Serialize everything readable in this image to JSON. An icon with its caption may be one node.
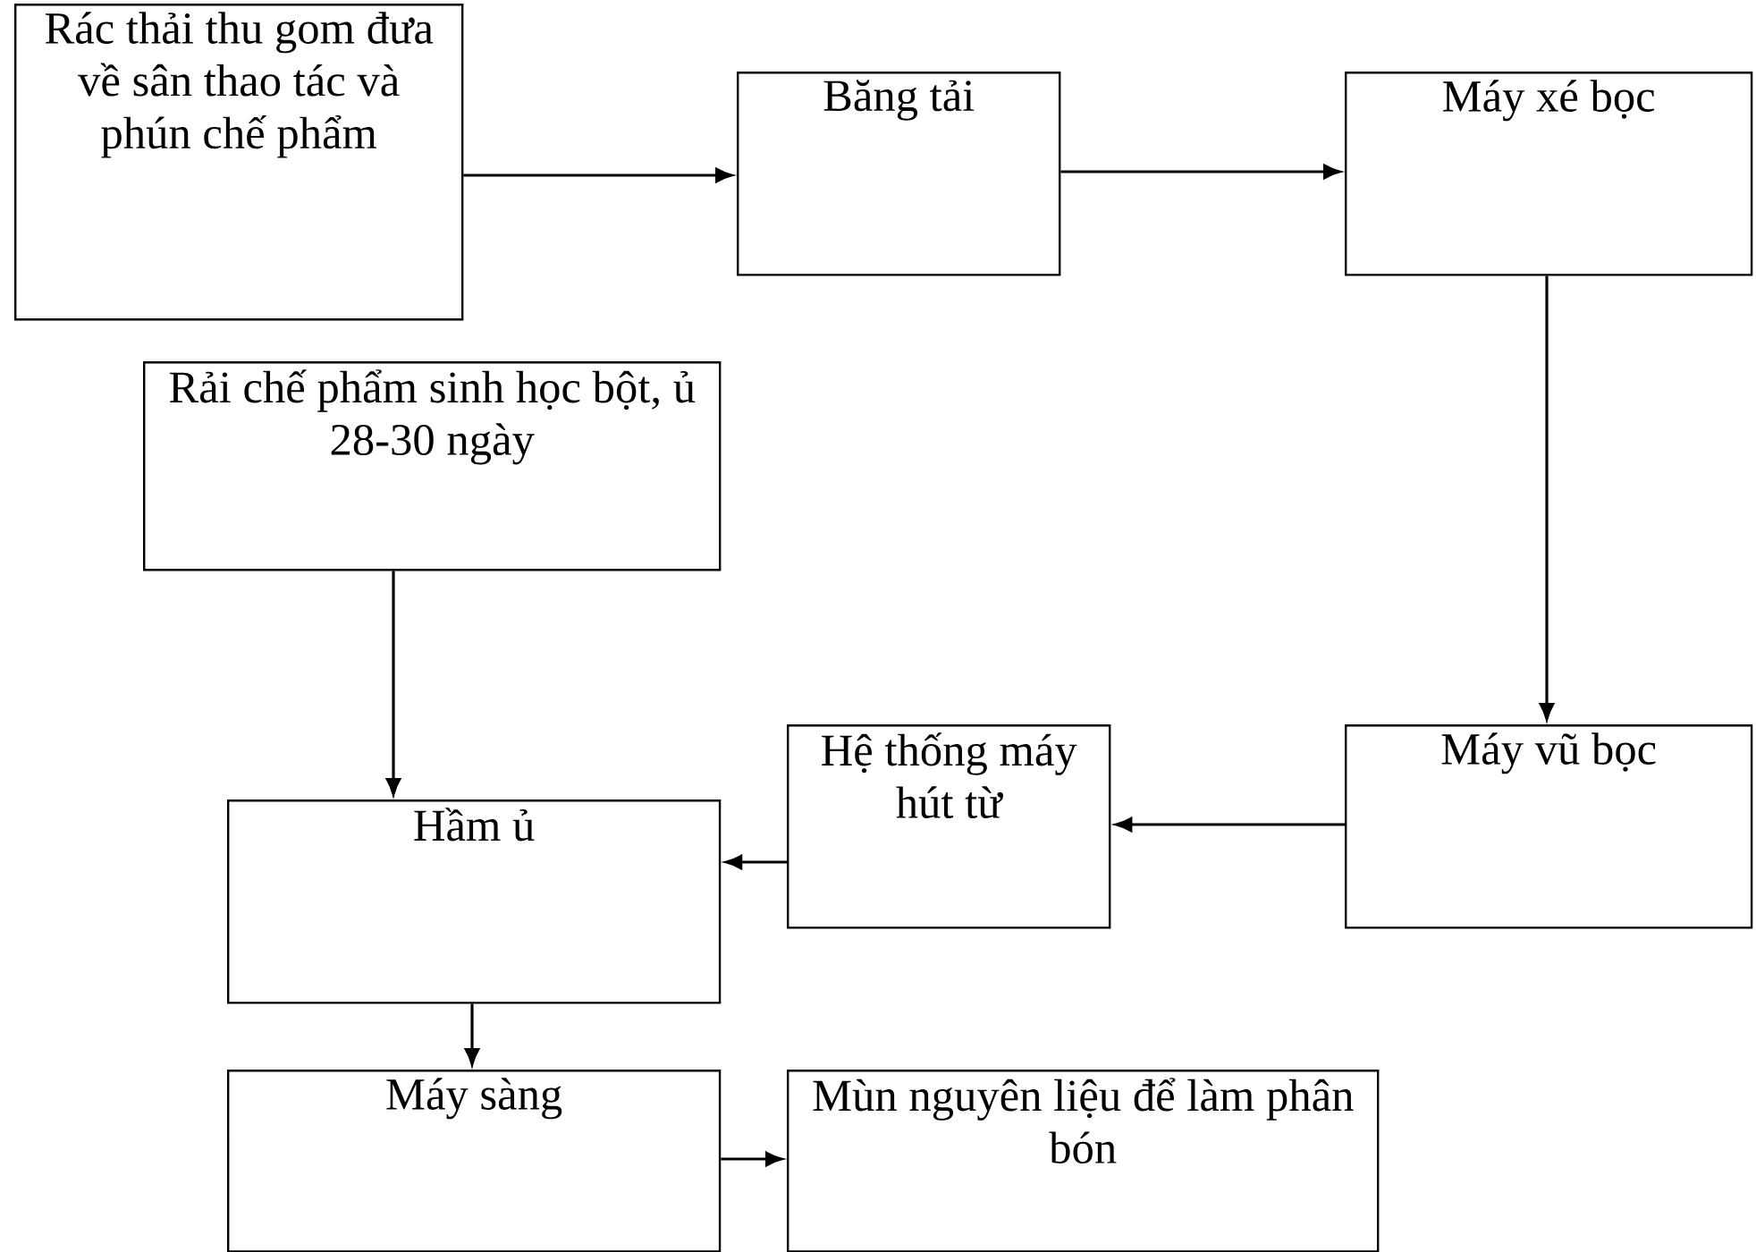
{
  "diagram": {
    "nodes": [
      {
        "text": [
          "Rác thải thu gom đưa về sân thao tác và phún chế phẩm"
        ]
      },
      {
        "text": [
          "Băng tải"
        ]
      },
      {
        "text": [
          "Máy xé bọc"
        ]
      },
      {
        "text": [
          "Rải chế phẩm sinh học bột, ủ 28-30 ngày"
        ]
      },
      {
        "text": [
          "Hầm ủ"
        ]
      },
      {
        "text": [
          "Hệ thống máy hút từ"
        ]
      },
      {
        "text": [
          "Máy vũ bọc"
        ]
      },
      {
        "text": [
          "Máy sàng"
        ]
      },
      {
        "text": [
          "Mùn nguyên liệu để làm phân bón"
        ]
      }
    ],
    "edges": [
      {
        "from": 0,
        "to": 1,
        "arrow": "to"
      },
      {
        "from": 1,
        "to": 2,
        "arrow": "to"
      },
      {
        "from": 2,
        "to": 6,
        "arrow": "to"
      },
      {
        "from": 6,
        "to": 5,
        "arrow": "to"
      },
      {
        "from": 5,
        "to": 4,
        "arrow": "to"
      },
      {
        "from": 3,
        "to": 4,
        "arrow": "to"
      },
      {
        "from": 4,
        "to": 7,
        "arrow": "to"
      },
      {
        "from": 7,
        "to": 8,
        "arrow": "to"
      }
    ]
  }
}
